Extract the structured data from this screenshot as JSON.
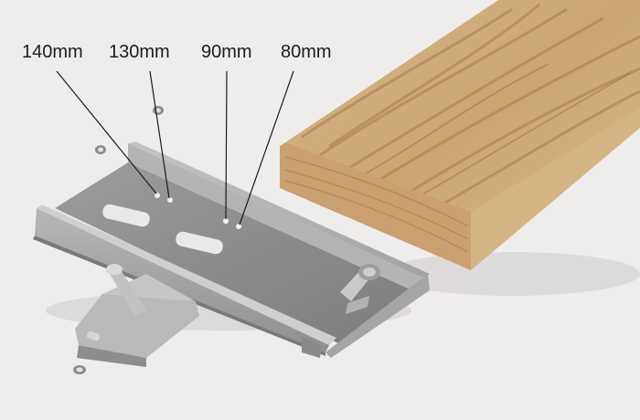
{
  "labels": {
    "size_140": "140mm",
    "size_130": "130mm",
    "size_90": "90mm",
    "size_80": "80mm"
  },
  "colors": {
    "background": "#efedec",
    "metal": "#a9a9a7",
    "wood": "#d9b98a",
    "text": "#1b1b1b"
  }
}
